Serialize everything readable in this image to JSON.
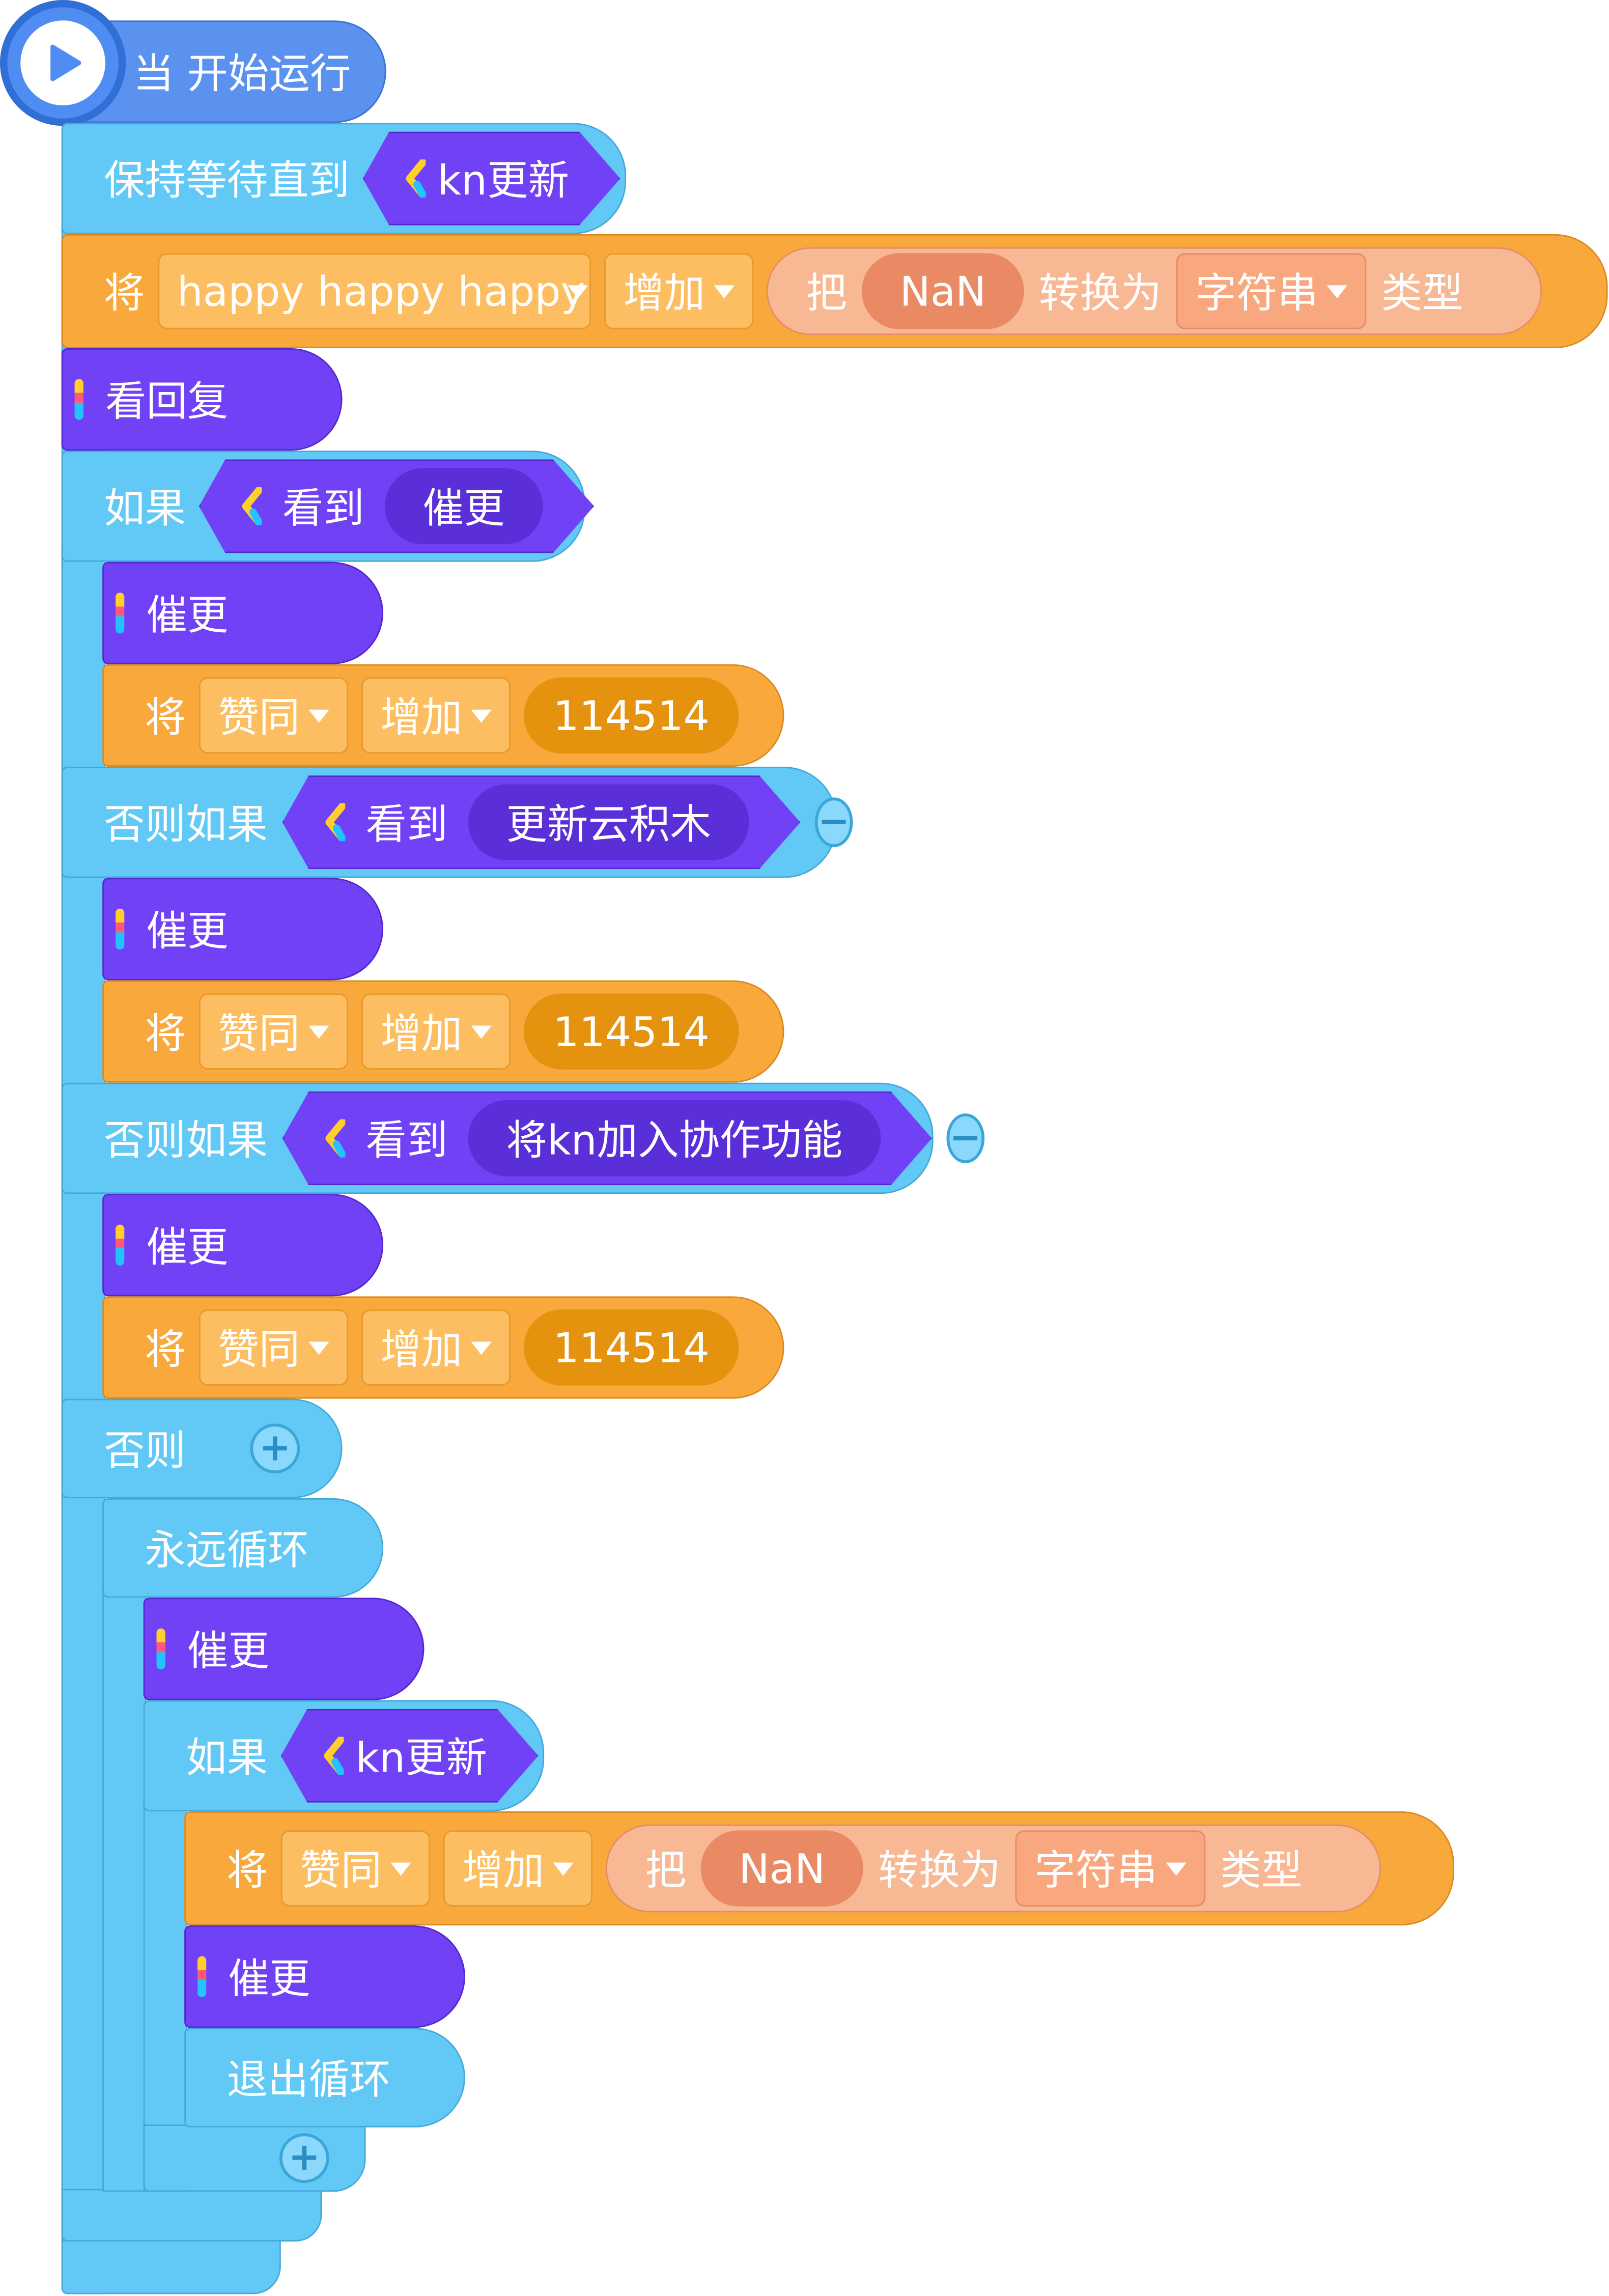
{
  "hat": {
    "label": "当 开始运行"
  },
  "wait": {
    "label": "保持等待直到",
    "condition": "kn更新"
  },
  "set1": {
    "word": "将",
    "variable": "happy happy happy",
    "op": "增加",
    "conv_pre": "把",
    "conv_val": "NaN",
    "conv_mid": "转换为",
    "conv_type": "字符串",
    "conv_post": "类型"
  },
  "reply": {
    "label": "看回复"
  },
  "if1": {
    "label": "如果",
    "see": "看到",
    "item": "催更"
  },
  "kn_cui": {
    "label": "催更"
  },
  "set_z": {
    "word": "将",
    "variable": "赞同",
    "op": "增加",
    "value": "114514"
  },
  "elif1": {
    "label": "否则如果",
    "see": "看到",
    "item": "更新云积木",
    "minus": "−"
  },
  "elif2": {
    "label": "否则如果",
    "see": "看到",
    "item": "将kn加入协作功能",
    "minus": "−"
  },
  "else": {
    "label": "否则",
    "plus": "+"
  },
  "forever": {
    "label": "永远循环"
  },
  "if2": {
    "label": "如果",
    "condition": "kn更新"
  },
  "set2": {
    "word": "将",
    "variable": "赞同",
    "op": "增加",
    "conv_pre": "把",
    "conv_val": "NaN",
    "conv_mid": "转换为",
    "conv_type": "字符串",
    "conv_post": "类型"
  },
  "break": {
    "label": "退出循环"
  },
  "if2_end": {
    "plus": "+"
  },
  "colors": {
    "control": "#62c9f7",
    "data": "#f9a83c",
    "kn": "#7141f5",
    "hat": "#5b92f0"
  },
  "icons": {
    "start": "play-icon",
    "kn_logo": "kn-logo-icon",
    "kn_bar": "kn-bar-icon"
  }
}
